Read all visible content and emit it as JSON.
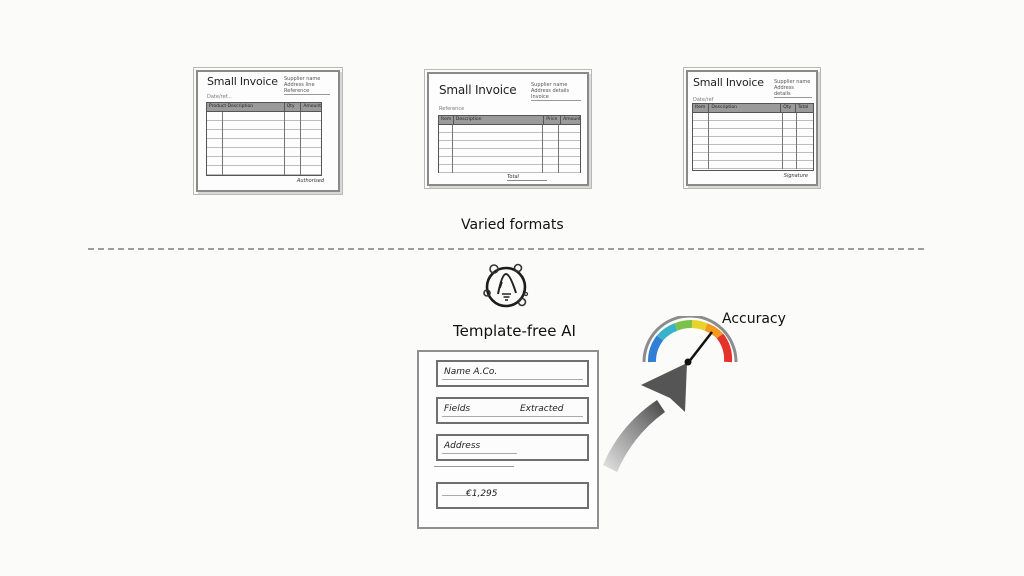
{
  "diagram": {
    "invoices": [
      {
        "title": "Small Invoice",
        "meta_lines": [
          "Supplier name",
          "Address line",
          "Reference"
        ],
        "subtitle": "Date/ref...",
        "columns": [
          "Product Description",
          "Qty",
          "Amount"
        ],
        "signature": "Authorised"
      },
      {
        "title": "Small Invoice",
        "meta_lines": [
          "Supplier name",
          "Address details",
          "Invoice"
        ],
        "subtitle": "Reference",
        "columns": [
          "Item",
          "Description",
          "Price",
          "Amount"
        ],
        "signature": "Total"
      },
      {
        "title": "Small Invoice",
        "meta_lines": [
          "Supplier name",
          "Address details"
        ],
        "subtitle": "Date/ref",
        "columns": [
          "Item",
          "Description",
          "Qty",
          "Total"
        ],
        "signature": "Signature"
      }
    ],
    "varied_formats_label": "Varied formats",
    "ai_label": "Template-free AI",
    "ai_icon": "ai-brain-icon",
    "extracted_fields": [
      {
        "label": "Name A.Co.",
        "value": ""
      },
      {
        "label": "Fields",
        "value": "Extracted"
      },
      {
        "label": "Address",
        "value": ""
      },
      {
        "label": "",
        "value": "€1,295"
      }
    ],
    "accuracy_label": "Accuracy",
    "gauge": {
      "colors": [
        "#2f7fd6",
        "#39b3c9",
        "#7cc24a",
        "#e8d22c",
        "#f39a1e",
        "#e4332b"
      ],
      "needle_position_pct": 78
    }
  }
}
